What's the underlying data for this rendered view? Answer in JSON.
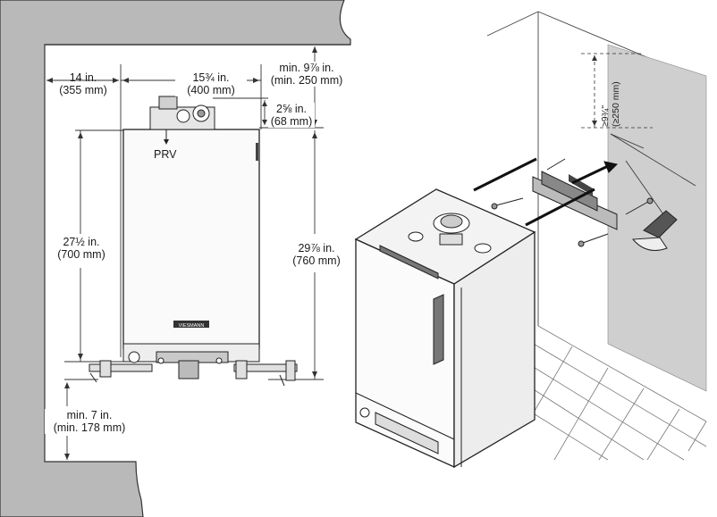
{
  "left_diagram": {
    "side_clearance": {
      "imperial": "14 in.",
      "metric": "(355 mm)"
    },
    "unit_width": {
      "imperial": "15¾ in.",
      "metric": "(400 mm)"
    },
    "top_clearance": {
      "imperial": "min. 9⅞ in.",
      "metric": "(min. 250 mm)"
    },
    "top_fittings_height": {
      "imperial": "2⅝ in.",
      "metric": "(68 mm)"
    },
    "prv_label": "PRV",
    "unit_height": {
      "imperial": "27½ in.",
      "metric": "(700 mm)"
    },
    "overall_height": {
      "imperial": "29⅞ in.",
      "metric": "(760 mm)"
    },
    "bottom_clearance": {
      "imperial": "min. 7 in.",
      "metric": "(min. 178 mm)"
    },
    "brand_label": "VIESMANN"
  },
  "right_diagram": {
    "bracket_height_dimension": {
      "imperial": "≥9¾\"",
      "metric": "(≥250 mm)"
    }
  },
  "colors": {
    "wall_fill": "#b9b9b9",
    "line": "#222222",
    "panel_grey": "#d6d6d6",
    "dark_grey": "#6e6e6e"
  }
}
